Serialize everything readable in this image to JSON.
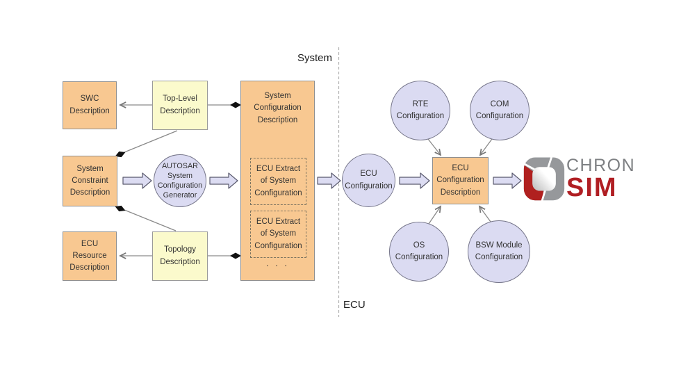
{
  "region_labels": {
    "system": "System",
    "ecu": "ECU"
  },
  "boxes": {
    "swc": "SWC\nDescription",
    "top_level": "Top-Level\nDescription",
    "system_constraint": "System\nConstraint\nDescription",
    "ecu_resource": "ECU Resource\nDescription",
    "topology": "Topology\nDescription",
    "system_configuration": "System\nConfiguration\nDescription",
    "ecu_extracts": [
      "ECU Extract\nof System\nConfiguration",
      "ECU Extract\nof System\nConfiguration"
    ],
    "ellipsis": ". . .",
    "ecu_configuration_description": "ECU\nConfiguration\nDescription"
  },
  "circles": {
    "autosar_generator": "AUTOSAR\nSystem\nConfiguration\nGenerator",
    "ecu_configuration": "ECU\nConfiguration",
    "rte": "RTE\nConfiguration",
    "com": "COM\nConfiguration",
    "os": "OS\nConfiguration",
    "bsw": "BSW Module\nConfiguration"
  },
  "logo": {
    "top": "CHRON",
    "bottom": "SIM"
  },
  "colors": {
    "box_orange": "#F8C891",
    "box_yellow": "#FBFACC",
    "circle_lavender": "#DBDBF2",
    "arrow_fill": "#DCDCF2",
    "logo_red": "#B01E23",
    "logo_gray": "#7E8083"
  }
}
